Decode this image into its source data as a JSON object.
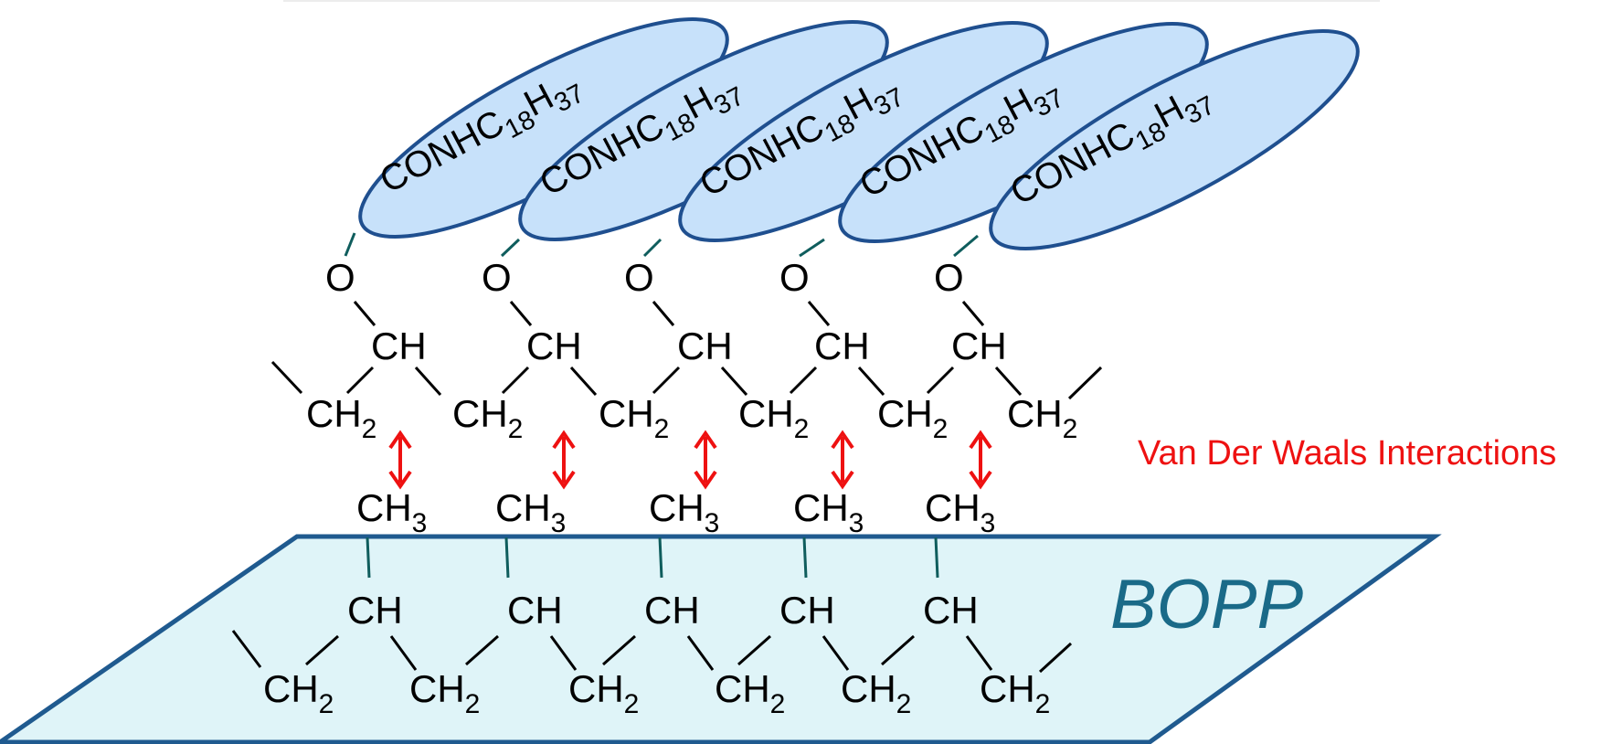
{
  "substrate": {
    "label": "BOPP",
    "fill_color": "#dff4f8",
    "border_color": "#1f5a8f"
  },
  "interaction": {
    "label": "Van Der Waals Interactions",
    "color": "#ee1111"
  },
  "side_chain": {
    "group_main": "CONHC",
    "group_sub_1": "18",
    "group_h": "H",
    "group_sub_2": "37",
    "fill_color": "#c7e1fa",
    "border_color": "#1f4f8f"
  },
  "atoms": {
    "oxygen": "O",
    "ch": "CH",
    "ch2_main": "CH",
    "ch2_sub": "2",
    "ch3_main": "CH",
    "ch3_sub": "3"
  }
}
